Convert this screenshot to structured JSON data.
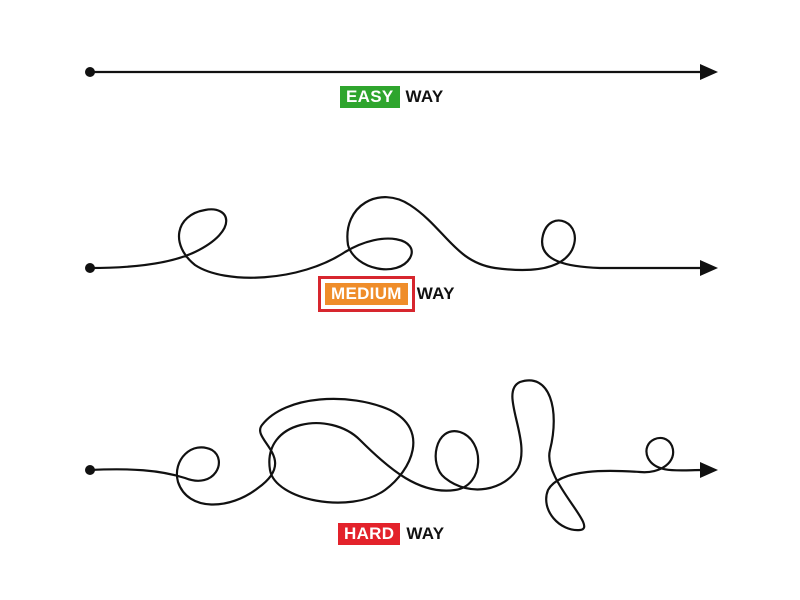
{
  "rows": [
    {
      "badge": "EASY",
      "word": "WAY",
      "color": "#2ea52d",
      "highlighted": false
    },
    {
      "badge": "MEDIUM",
      "word": "WAY",
      "color": "#ef8d2a",
      "highlighted": true,
      "highlight_color": "#d7262e"
    },
    {
      "badge": "HARD",
      "word": "WAY",
      "color": "#e3222b",
      "highlighted": false
    }
  ],
  "colors": {
    "line": "#111111",
    "background": "#ffffff"
  }
}
